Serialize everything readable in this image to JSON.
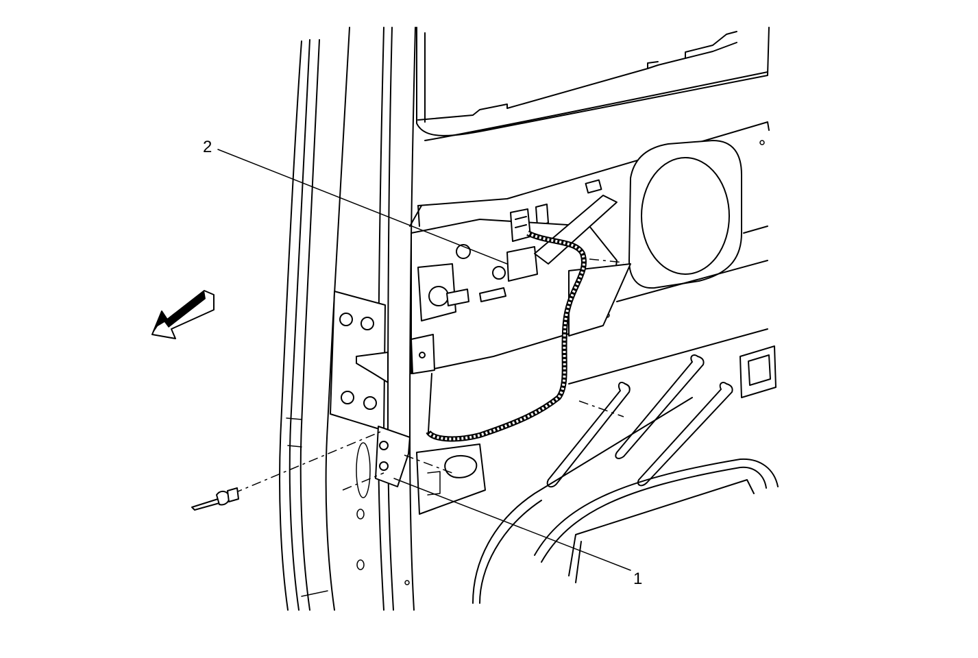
{
  "callouts": [
    {
      "id": "1",
      "label": "1"
    },
    {
      "id": "2",
      "label": "2"
    }
  ],
  "icons": {
    "direction_arrow": "front-direction-arrow-icon",
    "fastener": "push-pin-fastener-icon"
  },
  "colors": {
    "line": "#000000",
    "background": "#ffffff"
  }
}
